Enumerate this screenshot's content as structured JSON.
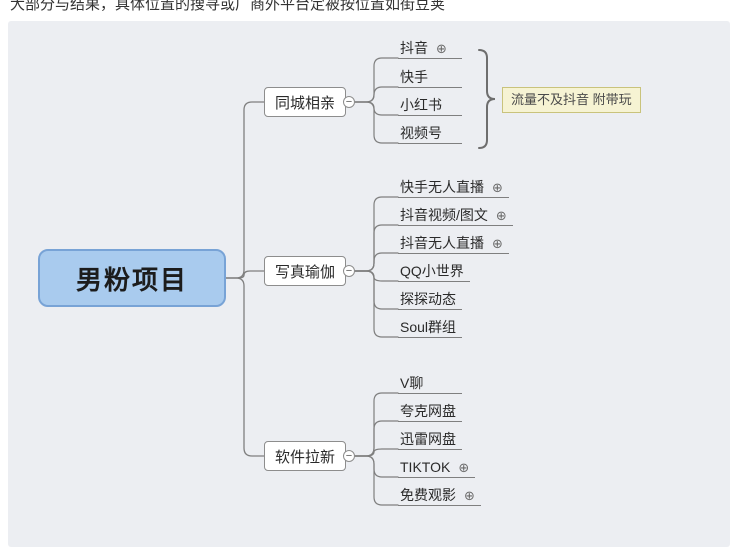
{
  "header": {
    "clipped_text": "大部分与结果，具体位置的搜寻或广商外平台定被按位置如街豆荚"
  },
  "ui": {
    "collapse_glyph": "−",
    "expand_glyph": "⊕"
  },
  "colors": {
    "canvas_bg": "#ECEEF2",
    "root_fill": "#A9CBEE",
    "root_border": "#78A3D6",
    "branch_border": "#8D8D8D",
    "note_bg": "#F6F3D3",
    "note_border": "#C9C37C",
    "line": "#7F7F7F"
  },
  "mindmap": {
    "root": {
      "label": "男粉项目"
    },
    "branches": [
      {
        "label": "同城相亲",
        "children": [
          {
            "label": "抖音",
            "expand": "⊕"
          },
          {
            "label": "快手",
            "expand": ""
          },
          {
            "label": "小红书",
            "expand": ""
          },
          {
            "label": "视频号",
            "expand": ""
          }
        ],
        "summary_note": "流量不及抖音 附带玩"
      },
      {
        "label": "写真瑜伽",
        "children": [
          {
            "label": "快手无人直播",
            "expand": "⊕"
          },
          {
            "label": "抖音视频/图文",
            "expand": "⊕"
          },
          {
            "label": "抖音无人直播",
            "expand": "⊕"
          },
          {
            "label": "QQ小世界",
            "expand": ""
          },
          {
            "label": "探探动态",
            "expand": ""
          },
          {
            "label": "Soul群组",
            "expand": ""
          }
        ]
      },
      {
        "label": "软件拉新",
        "children": [
          {
            "label": "V聊",
            "expand": ""
          },
          {
            "label": "夸克网盘",
            "expand": ""
          },
          {
            "label": "迅雷网盘",
            "expand": ""
          },
          {
            "label": "TIKTOK",
            "expand": "⊕"
          },
          {
            "label": "免费观影",
            "expand": "⊕"
          }
        ]
      }
    ]
  }
}
